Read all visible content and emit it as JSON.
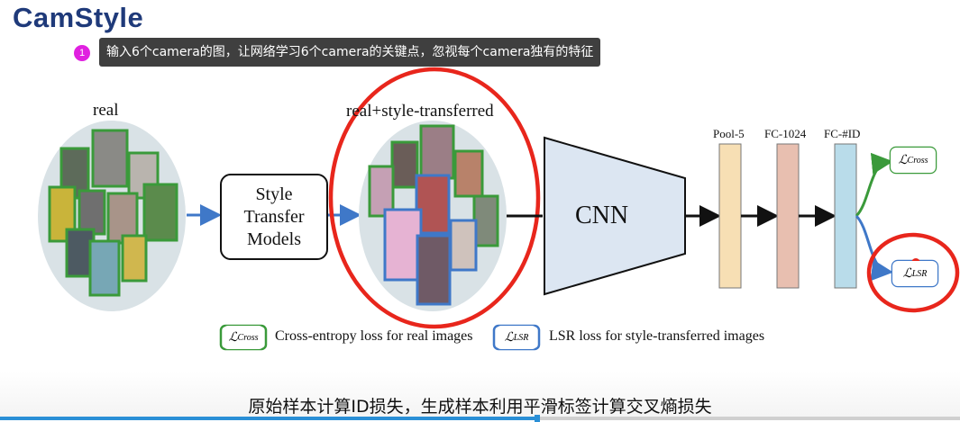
{
  "slide": {
    "title": "CamStyle",
    "note_number": "1",
    "note_text": "输入6个camera的图，让网络学习6个camera的关键点，忽视每个camera独有的特征"
  },
  "figure": {
    "real_label": "real",
    "transferred_label": "real+style-transferred",
    "style_box": [
      "Style",
      "Transfer",
      "Models"
    ],
    "cnn_label": "CNN",
    "layers": [
      "Pool-5",
      "FC-1024",
      "FC-#ID"
    ],
    "loss_cross": "ℒ",
    "loss_cross_sub": "Cross",
    "loss_lsr": "ℒ",
    "loss_lsr_sub": "LSR",
    "legend_cross_text": "Cross-entropy loss for real images",
    "legend_lsr_text": "LSR loss for style-transferred images",
    "colors": {
      "green": "#3a9a3a",
      "blue": "#3f78c8",
      "red": "#e8261c",
      "pool": "#f7dfb4",
      "fc1024": "#e8bfb0",
      "fcid": "#b9dcea",
      "cnn": "#dce6f2"
    }
  },
  "subtitle": "原始样本计算ID损失，生成样本利用平滑标签计算交叉熵损失",
  "player": {
    "progress": 0.56
  }
}
